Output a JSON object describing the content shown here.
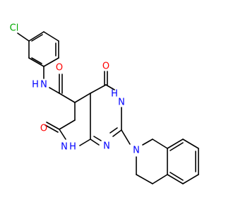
{
  "molecule": {
    "colors": {
      "bond": "#000000",
      "nitrogen": "#0000FF",
      "oxygen": "#FF0000",
      "chlorine": "#00AA00",
      "background": "#FFFFFF"
    },
    "labels": {
      "cl": "Cl",
      "nh_amide": "N",
      "h_amide": "H",
      "o_amide": "O",
      "o_c4": "O",
      "nh_n3": "N",
      "h_n3": "H",
      "n1": "N",
      "n_isoq": "N",
      "o_c7": "O",
      "nh_n8": "N",
      "h_n8": "H"
    }
  }
}
